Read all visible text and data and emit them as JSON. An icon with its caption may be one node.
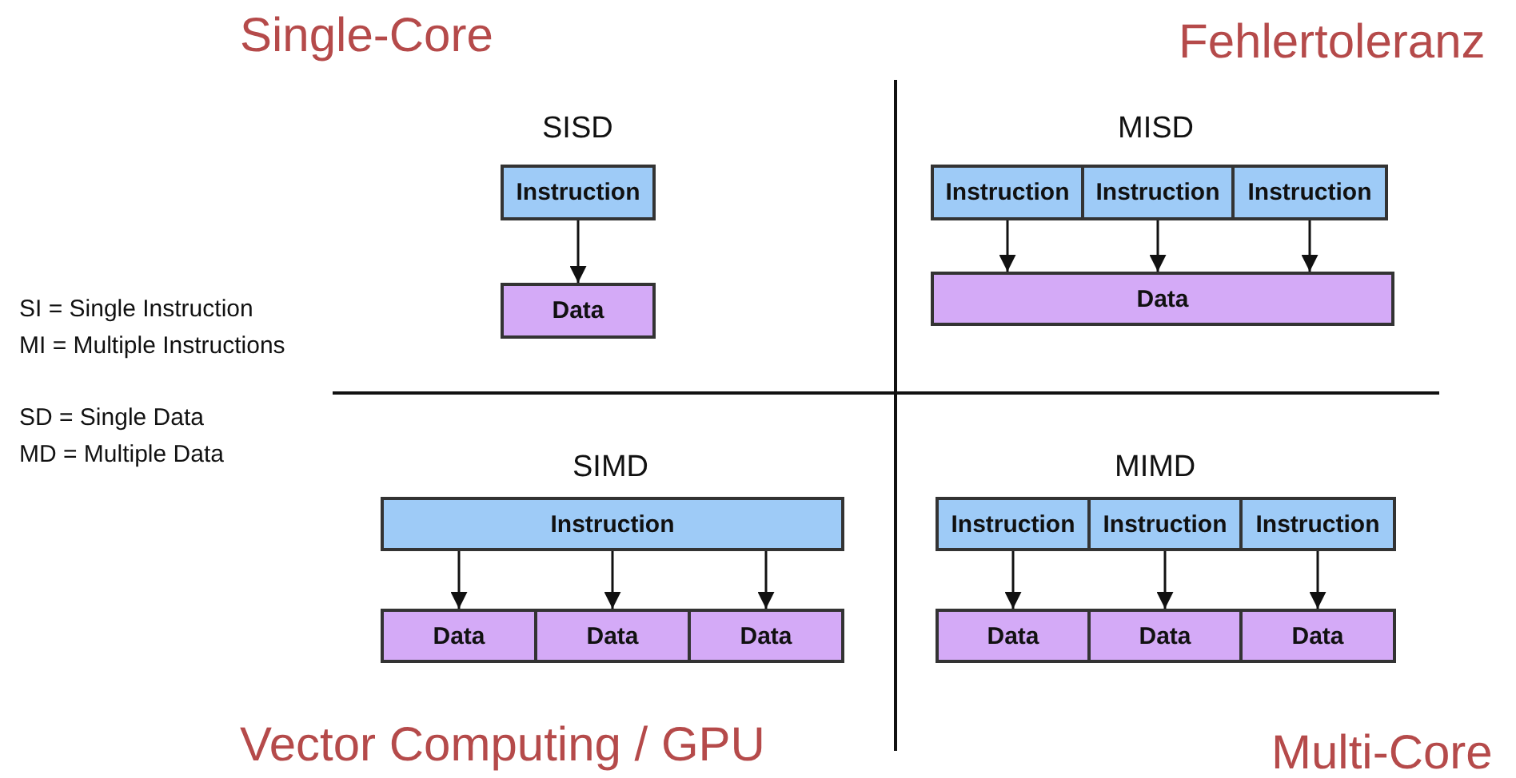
{
  "diagram": {
    "nodes": [
      {
        "text": [
          "Instruction"
        ]
      },
      {
        "text": [
          "Data"
        ]
      },
      {
        "text": [
          "Instruction"
        ]
      },
      {
        "text": [
          "Instruction"
        ]
      },
      {
        "text": [
          "Instruction"
        ]
      },
      {
        "text": [
          "Data"
        ]
      },
      {
        "text": [
          "Instruction"
        ]
      },
      {
        "text": [
          "Data"
        ]
      },
      {
        "text": [
          "Data"
        ]
      },
      {
        "text": [
          "Data"
        ]
      },
      {
        "text": [
          "Instruction"
        ]
      },
      {
        "text": [
          "Instruction"
        ]
      },
      {
        "text": [
          "Instruction"
        ]
      },
      {
        "text": [
          "Data"
        ]
      },
      {
        "text": [
          "Data"
        ]
      },
      {
        "text": [
          "Data"
        ]
      }
    ],
    "edges": [
      {
        "from": 0,
        "to": 1,
        "arrow": "to"
      },
      {
        "from": 2,
        "to": 5,
        "arrow": "to"
      },
      {
        "from": 3,
        "to": 5,
        "arrow": "to"
      },
      {
        "from": 4,
        "to": 5,
        "arrow": "to"
      },
      {
        "from": 6,
        "to": 7,
        "arrow": "to"
      },
      {
        "from": 6,
        "to": 8,
        "arrow": "to"
      },
      {
        "from": 6,
        "to": 9,
        "arrow": "to"
      },
      {
        "from": 10,
        "to": 13,
        "arrow": "to"
      },
      {
        "from": 11,
        "to": 14,
        "arrow": "to"
      },
      {
        "from": 12,
        "to": 15,
        "arrow": "to"
      }
    ],
    "labels": [
      "Single-Core",
      "Fehlertoleranz",
      "SISD",
      "MISD",
      "SI = Single Instruction",
      "MI = Multiple Instructions",
      "SD = Single Data",
      "MD = Multiple Data",
      "SIMD",
      "MIMD",
      "Vector Computing / GPU",
      "Multi-Core"
    ]
  }
}
